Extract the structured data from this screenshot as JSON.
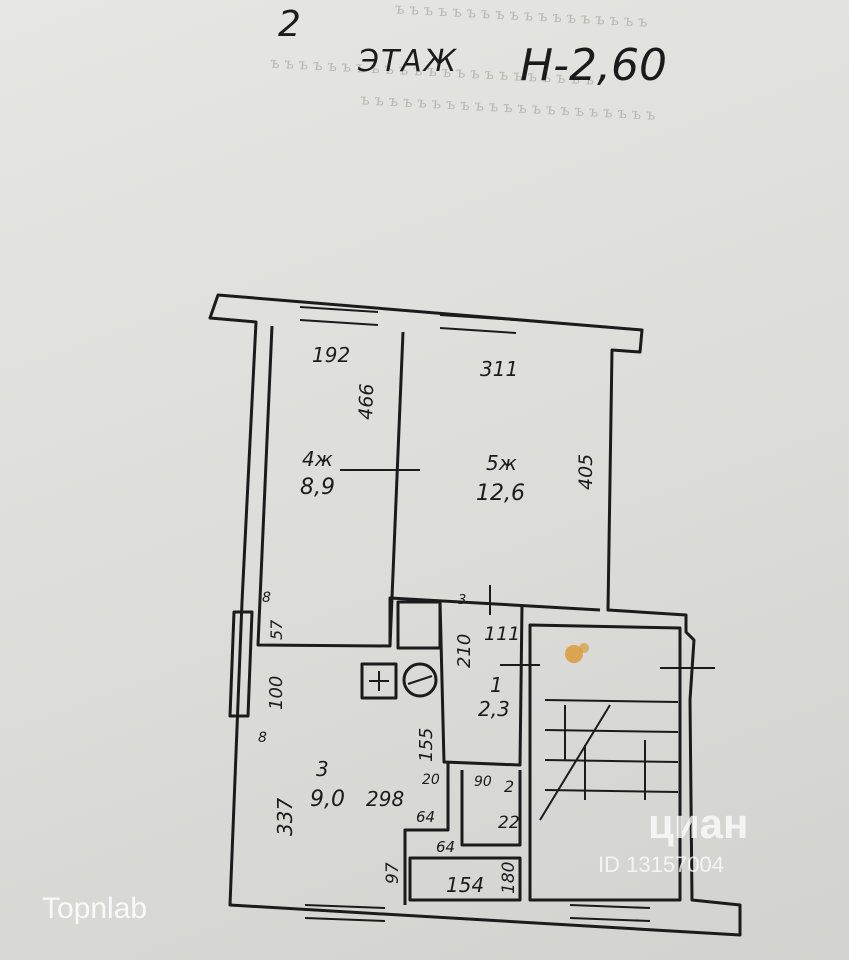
{
  "header": {
    "floor_number": "2",
    "floor_word": "ЭТАЖ",
    "height": "Н-2,60"
  },
  "rooms": [
    {
      "id": "room-4",
      "name": "4ж",
      "area": "8,9"
    },
    {
      "id": "room-5",
      "name": "5ж",
      "area": "12,6"
    },
    {
      "id": "room-3",
      "name": "3",
      "area": "9,0"
    },
    {
      "id": "room-1",
      "name": "1",
      "area": "2,3"
    },
    {
      "id": "room-2",
      "name": "2"
    }
  ],
  "dimensions": {
    "d192": "192",
    "d311": "311",
    "d466": "466",
    "d405": "405",
    "d8a": "8",
    "d57": "57",
    "d3": "3",
    "d210": "210",
    "d111": "111",
    "d100": "100",
    "d8b": "8",
    "d155": "155",
    "d337": "337",
    "d298": "298",
    "d20": "20",
    "d90": "90",
    "d64a": "64",
    "d22": "22",
    "d64b": "64",
    "d97": "97",
    "d154": "154",
    "d180": "180"
  },
  "watermarks": {
    "left": "Topnlab",
    "right_brand": "циан",
    "right_id": "ID 13157004"
  }
}
